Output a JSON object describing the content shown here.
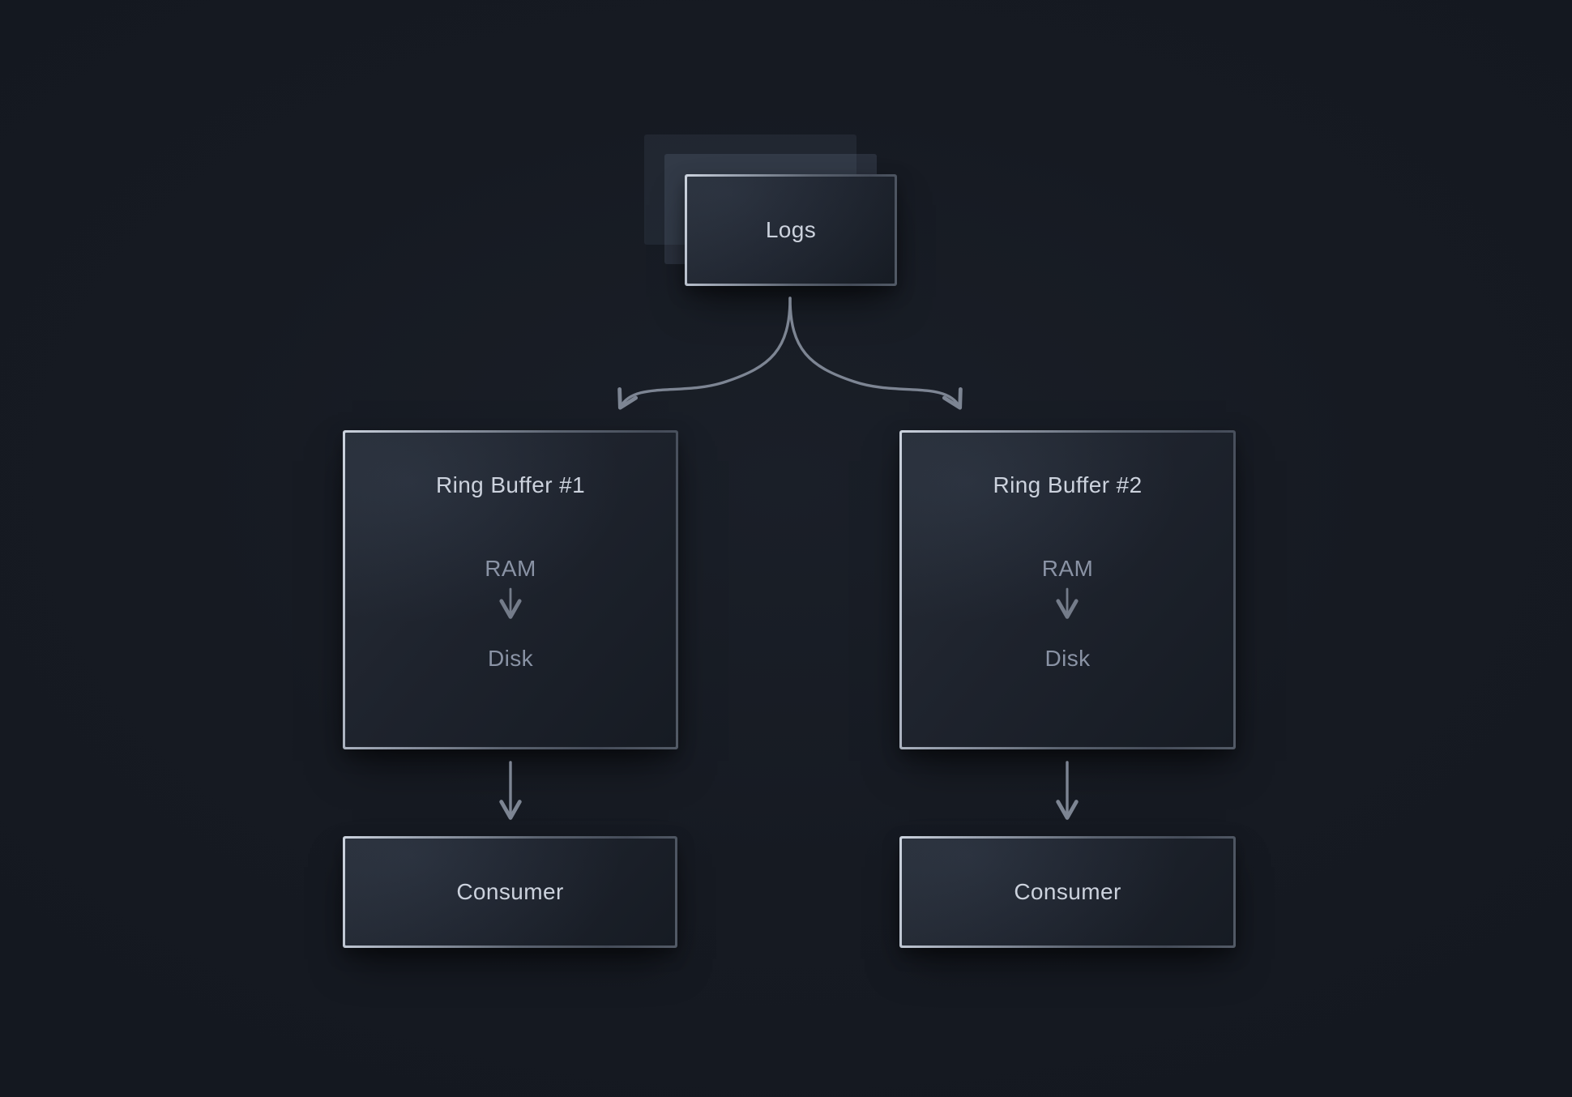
{
  "diagram": {
    "kind": "flow-diagram",
    "nodes": {
      "logs": {
        "label": "Logs",
        "style": "stacked-cards"
      },
      "ring_buffer_1": {
        "title": "Ring Buffer #1",
        "stage_top": "RAM",
        "stage_bottom": "Disk"
      },
      "ring_buffer_2": {
        "title": "Ring Buffer #2",
        "stage_top": "RAM",
        "stage_bottom": "Disk"
      },
      "consumer_1": {
        "label": "Consumer"
      },
      "consumer_2": {
        "label": "Consumer"
      }
    },
    "edges": [
      {
        "from": "logs",
        "to": "ring_buffer_1",
        "type": "curved-arrow"
      },
      {
        "from": "logs",
        "to": "ring_buffer_2",
        "type": "curved-arrow"
      },
      {
        "from": "ring_buffer_1.RAM",
        "to": "ring_buffer_1.Disk",
        "type": "straight-arrow"
      },
      {
        "from": "ring_buffer_2.RAM",
        "to": "ring_buffer_2.Disk",
        "type": "straight-arrow"
      },
      {
        "from": "ring_buffer_1",
        "to": "consumer_1",
        "type": "straight-arrow"
      },
      {
        "from": "ring_buffer_2",
        "to": "consumer_2",
        "type": "straight-arrow"
      }
    ],
    "colors": {
      "background": "#161a22",
      "node_fill_light": "#262c36",
      "node_fill_dark": "#161b23",
      "border_bright": "#ccd3de",
      "border_dark": "#454c59",
      "text_primary": "#ccd2dd",
      "text_muted": "#8a93a5",
      "arrow": "#7d8593"
    }
  }
}
